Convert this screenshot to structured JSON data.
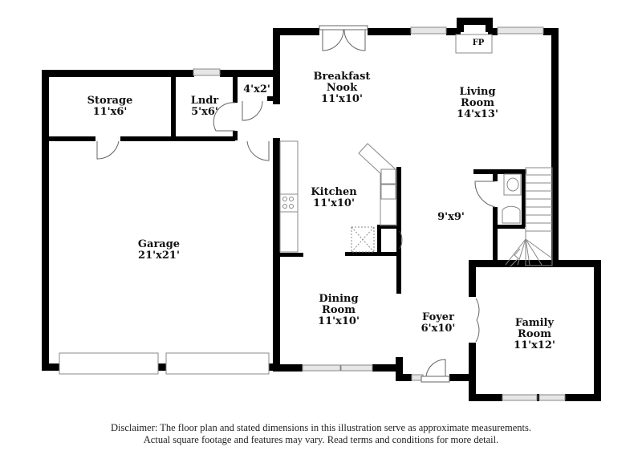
{
  "rooms": {
    "storage": {
      "name": "Storage",
      "size": "11'x6'"
    },
    "laundry": {
      "name": "Lndr",
      "size": "5'x6'"
    },
    "closet": {
      "size": "4'x2'"
    },
    "breakfast_nook": {
      "name": "Breakfast",
      "name2": "Nook",
      "size": "11'x10'"
    },
    "living_room": {
      "name": "Living",
      "name2": "Room",
      "size": "14'x13'"
    },
    "kitchen": {
      "name": "Kitchen",
      "size": "11'x10'"
    },
    "hall": {
      "size": "9'x9'"
    },
    "garage": {
      "name": "Garage",
      "size": "21'x21'"
    },
    "dining_room": {
      "name": "Dining",
      "name2": "Room",
      "size": "11'x10'"
    },
    "foyer": {
      "name": "Foyer",
      "size": "6'x10'"
    },
    "family_room": {
      "name": "Family",
      "name2": "Room",
      "size": "11'x12'"
    }
  },
  "fixtures": {
    "fireplace": "FP"
  },
  "disclaimer": {
    "line1": "Disclaimer: The floor plan and stated dimensions in this illustration serve as approximate measurements.",
    "line2": "Actual square footage and features may vary. Read terms and conditions for more detail."
  },
  "colors": {
    "wall": "#000000",
    "fixture": "#888888",
    "window": "#cccccc",
    "background": "#ffffff"
  }
}
